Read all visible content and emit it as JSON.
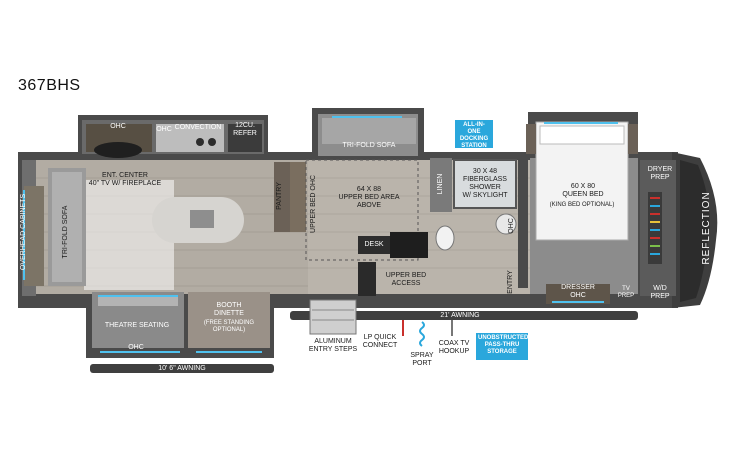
{
  "model": "367BHS",
  "rooms": {
    "ohc_kitchen": "OHC",
    "ohc_small": "OHC",
    "convection": "CONVECTION",
    "refer": "12CU.\nREFER",
    "ent_center": "ENT. CENTER\n40\" TV w/ FIREPLACE",
    "tri_fold_sofa_left": "TRI-FOLD SOFA",
    "overhead_cabinets": "OVERHEAD CABINETS",
    "pantry": "PANTRY",
    "upper_bed_ohc": "UPPER BED OHC",
    "tri_fold_sofa_top": "TRI-FOLD SOFA",
    "upper_bed_area": "64 x 88\nUPPER BED AREA\nABOVE",
    "desk": "DESK",
    "upper_bed_access": "UPPER BED\nACCESS",
    "linen": "LINEN",
    "shower": "30 x 48\nFIBERGLASS\nSHOWER\nw/ SKYLIGHT",
    "ohc_bath": "OHC",
    "entry": "ENTRY",
    "queen_bed": "60 x 80\nQUEEN BED",
    "king_optional": "(KING BED OPTIONAL)",
    "dryer_prep": "DRYER\nPREP",
    "dresser": "DRESSER\nOHC",
    "tv_prep": "TV\nPREP",
    "wd_prep": "W/D\nPREP",
    "brand": "REFLECTION",
    "theatre_seating": "THEATRE SEATING",
    "ohc_theatre": "OHC",
    "booth_dinette": "BOOTH\nDINETTE",
    "free_standing": "(FREE STANDING\nOPTIONAL)"
  },
  "outside": {
    "awning_short": "10' 6\" AWNING",
    "awning_long": "21' AWNING",
    "steps": "ALUMINUM\nENTRY STEPS",
    "lp_quick": "LP QUICK\nCONNECT",
    "spray_port": "SPRAY\nPORT",
    "coax": "COAX TV\nHOOKUP"
  },
  "callouts": {
    "docking": "ALL-IN-ONE\nDOCKING\nSTATION",
    "storage": "UNOBSTRUCTED\nPASS-THRU\nSTORAGE"
  },
  "colors": {
    "walls": "#4a4a4a",
    "wood": "#b4aea5",
    "carpet": "#8a8a8a",
    "callout": "#2aa7dc",
    "accent_red": "#c9302c"
  }
}
